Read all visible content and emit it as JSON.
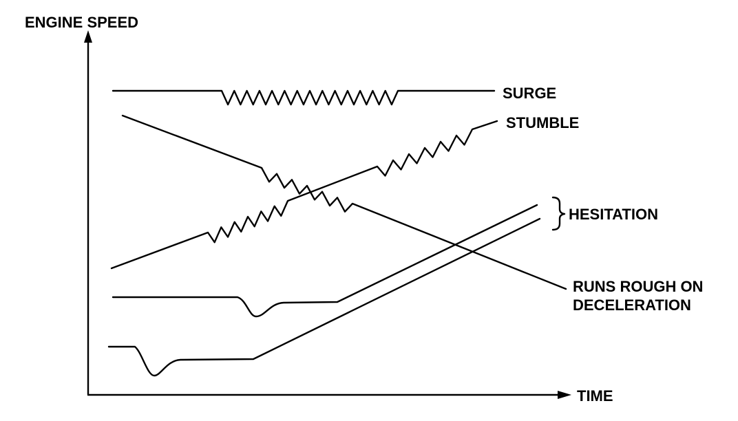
{
  "axes": {
    "y_label": "ENGINE SPEED",
    "x_label": "TIME"
  },
  "curves": {
    "surge": "SURGE",
    "stumble": "STUMBLE",
    "hesitation": "HESITATION",
    "rough_line1": "RUNS ROUGH ON",
    "rough_line2": "DECELERATION"
  },
  "colors": {
    "ink": "#000000",
    "background": "#ffffff"
  }
}
